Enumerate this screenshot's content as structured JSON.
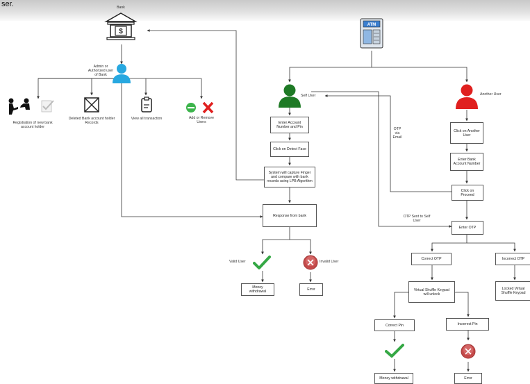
{
  "watermark": {
    "fragment": "ser."
  },
  "diagram": {
    "bank_label": "Bank",
    "admin_label": "Admin or Authorized user of Bank",
    "admin_functions": [
      "Registration of new bank account holder",
      "Deleted Bank account holder Records",
      "View all transaction",
      "Add or Remove Users"
    ],
    "self_user_label": "Self User",
    "another_user_label": "Another User",
    "otp_via_email_label": "OTP via Email",
    "otp_sent_label": "OTP Sent to Self User",
    "valid_user_label": "Valid User",
    "invalid_user_label": "Invalid User",
    "nodes": {
      "enter_acct_pin": "Enter Account Number and Pin",
      "click_detect_face": "Click on Detect Face",
      "system_capture": "System will capture Finger and compare with bank records using LPB Algorithm",
      "response_bank": "Response from bank",
      "money_withdrawal_1": "Money withdrawal",
      "error_1": "Error",
      "click_another_user": "Click on Another User",
      "enter_bank_acct": "Enter Bank Account Number",
      "click_proceed": "Click on Proceed",
      "enter_otp": "Enter OTP",
      "correct_otp": "Correct OTP",
      "incorrect_otp": "Incorrect OTP",
      "virtual_shuffle": "Virtual Shuffle Keypad will unlock",
      "locked_virtual": "Locked Virtual Shuffle Keypad",
      "correct_pin": "Correct Pin",
      "incorrect_pin": "Incorrect Pin",
      "money_withdrawal_2": "Money withdrawal",
      "error_2": "Error"
    }
  }
}
